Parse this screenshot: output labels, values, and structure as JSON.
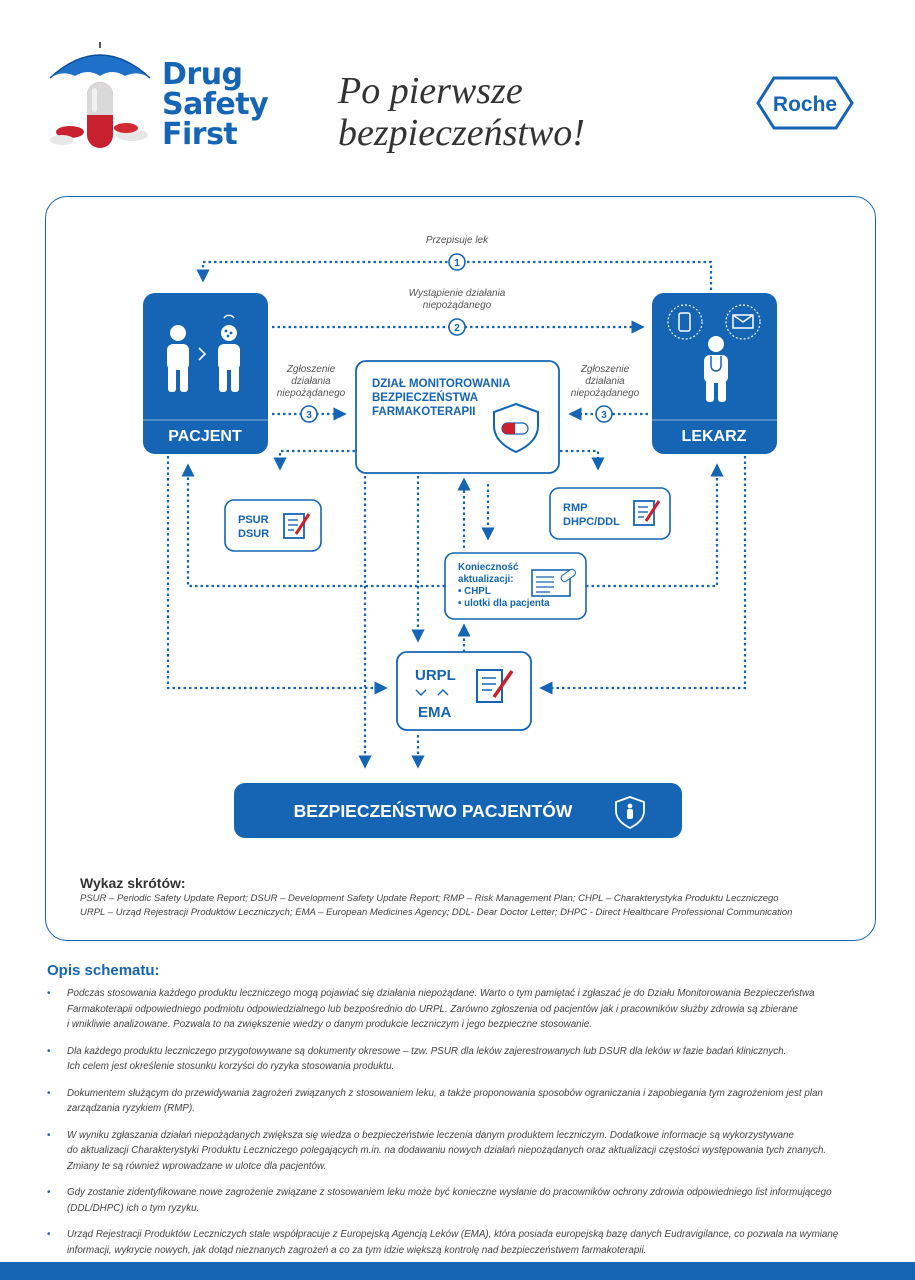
{
  "brand": {
    "logo_lines": [
      "Drug",
      "Safety",
      "First"
    ],
    "company": "Roche"
  },
  "slogan": {
    "line1": "Po pierwsze",
    "line2": "bezpieczeństwo!"
  },
  "diagram": {
    "pacjent": "PACJENT",
    "lekarz": "LEKARZ",
    "dzial": [
      "DZIAŁ MONITOROWANIA",
      "BEZPIECZEŃSTWA",
      "FARMAKOTERAPII"
    ],
    "psur": [
      "PSUR",
      "DSUR"
    ],
    "rmp": [
      "RMP",
      "DHPC/DDL"
    ],
    "koniecznosc": [
      "Konieczność",
      "aktualizacji:",
      "• CHPL",
      "• ulotki dla pacjenta"
    ],
    "urpl": "URPL",
    "ema": "EMA",
    "bezpieczenstwo": "BEZPIECZEŃSTWO PACJENTÓW",
    "arrow1_label": "Przepisuje lek",
    "arrow2_label": [
      "Wystąpienie działania",
      "niepożądanego"
    ],
    "report_left": [
      "Zgłoszenie",
      "działania",
      "niepożądanego"
    ],
    "report_right": [
      "Zgłoszenie",
      "działania",
      "niepożądanego"
    ],
    "step1": "1",
    "step2": "2",
    "step3": "3",
    "accent_color": "#1565b4"
  },
  "legend": {
    "title": "Wykaz skrótów:",
    "line1": "PSUR – Periodic Safety Update Report; DSUR – Development Safety Update Report; RMP – Risk Management Plan; CHPL – Charakterystyka Produktu Leczniczego",
    "line2": "URPL – Urząd Rejestracji Produktów Leczniczych; EMA – European Medicines Agency; DDL- Dear Doctor Letter; DHPC - Direct Healthcare Professional Communication"
  },
  "description": {
    "title": "Opis schematu:",
    "bullets": [
      "Podczas stosowania każdego produktu leczniczego mogą pojawiać się działania niepożądane. Warto o tym pamiętać i zgłaszać je do Działu Monitorowania Bezpieczeństwa\nFarmakoterapii odpowiedniego podmiotu odpowiedzialnego lub bezpośrednio do URPL. Zarówno zgłoszenia od pacjentów jak i pracowników służby zdrowia są zbierane\ni wnikliwie analizowane. Pozwala to na zwiększenie wiedzy o danym produkcie leczniczym i jego bezpieczne stosowanie.",
      "Dla każdego produktu leczniczego przygotowywane są dokumenty okresowe – tzw. PSUR dla leków zajerestrowanych  lub DSUR dla leków w fazie badań klinicznych.\nIch celem jest określenie stosunku korzyści do ryzyka stosowania produktu.",
      "Dokumentem służącym do przewidywania zagrożeń związanych z stosowaniem leku, a także proponowania sposobów ograniczania i zapobiegania tym zagrożeniom jest plan\nzarządzania ryzykiem (RMP).",
      "W wyniku zgłaszania działań niepożądanych zwiększa się wiedza o bezpieczeństwie leczenia danym produktem leczniczym. Dodatkowe informacje są wykorzystywane\ndo aktualizacji Charakterystyki Produktu Leczniczego polegających m.in. na dodawaniu nowych działań niepożądanych oraz aktualizacji częstości występowania tych znanych.\nZmiany te są również wprowadzane w ulotce dla pacjentów.",
      "Gdy zostanie zidentyfikowane nowe zagrożenie związane z stosowaniem leku może być konieczne wysłanie do pracowników ochrony zdrowia odpowiedniego list informującego\n(DDL/DHPC) ich o tym ryzyku.",
      "Urząd Rejestracji Produktów Leczniczych stale współpracuje z Europejską Agencją Leków (EMA), która posiada europejską bazę danych Eudravigilance, co pozwala na wymianę\ninformacji, wykrycie nowych, jak dotąd nieznanych zagrożeń a co za tym idzie większą kontrolę nad bezpieczeństwem farmakoterapii."
    ]
  }
}
